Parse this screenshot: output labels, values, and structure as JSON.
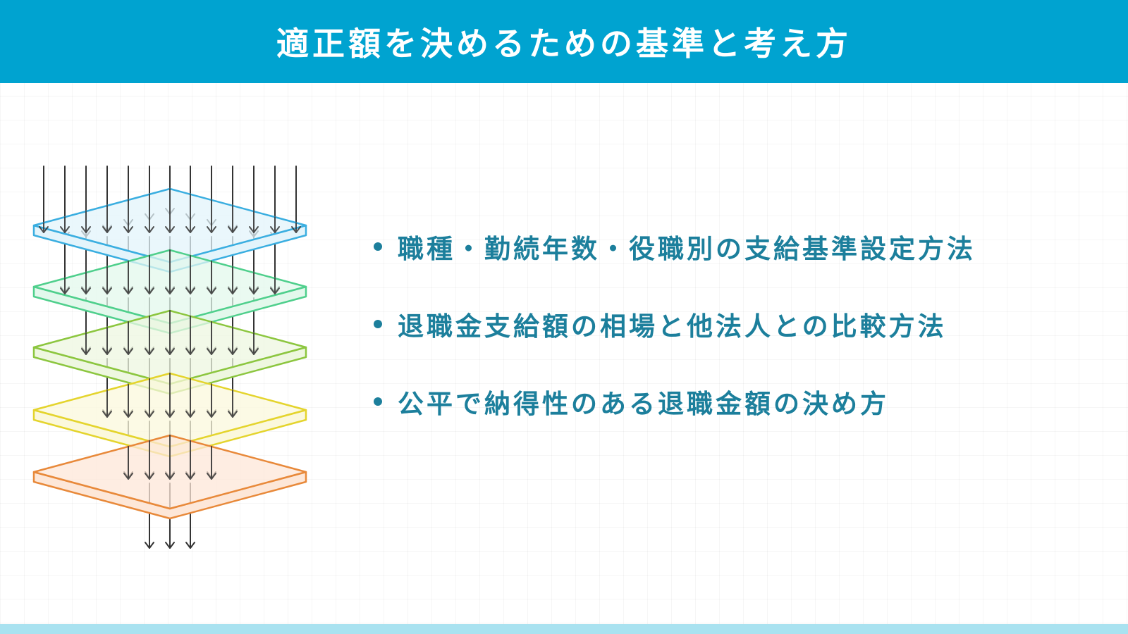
{
  "header": {
    "title": "適正額を決めるための基準と考え方"
  },
  "bullets": [
    {
      "text": "職種・勤続年数・役職別の支給基準設定方法"
    },
    {
      "text": "退職金支給額の相場と他法人との比較方法"
    },
    {
      "text": "公平で納得性のある退職金額の決め方"
    }
  ],
  "diagram": {
    "layers": [
      {
        "name": "layer-1",
        "stroke": "#3aaee0",
        "fill": "#e3f4fb"
      },
      {
        "name": "layer-2",
        "stroke": "#4fcf8c",
        "fill": "#e3f8ec"
      },
      {
        "name": "layer-3",
        "stroke": "#8cc63f",
        "fill": "#eef7e0"
      },
      {
        "name": "layer-4",
        "stroke": "#e4d42d",
        "fill": "#fbf8dc"
      },
      {
        "name": "layer-5",
        "stroke": "#e8893a",
        "fill": "#fde7d8"
      }
    ],
    "arrow_color": "#333333"
  },
  "colors": {
    "header_bg": "#00a3d0",
    "bullet_text": "#1c7f9c",
    "footer_band": "#a9e2f0"
  }
}
